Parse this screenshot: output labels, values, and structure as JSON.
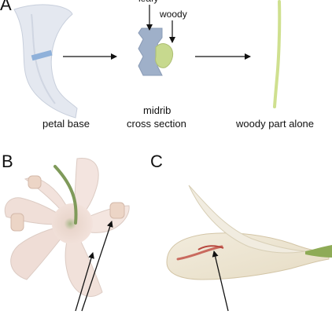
{
  "panels": {
    "a": {
      "letter": "A",
      "callouts": {
        "leafy": "leafy",
        "woody": "woody"
      },
      "captions": {
        "petal_base": "petal base",
        "midrib_line1": "midrib",
        "midrib_line2": "cross section",
        "woody_alone": "woody part alone"
      }
    },
    "b": {
      "letter": "B"
    },
    "c": {
      "letter": "C"
    }
  }
}
